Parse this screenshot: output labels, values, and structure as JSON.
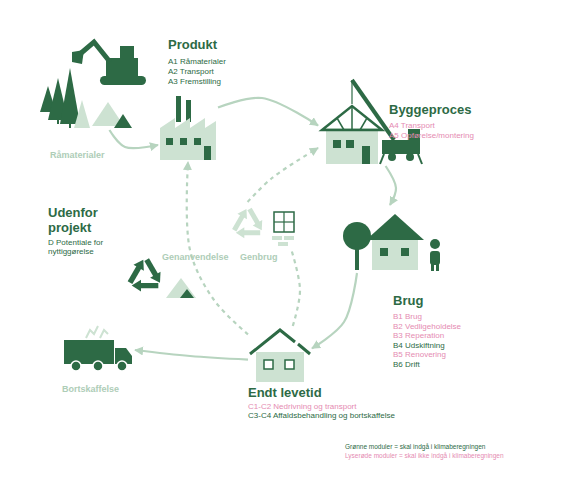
{
  "diagram": {
    "nodes": [
      {
        "text": [
          "Råmaterialer"
        ]
      },
      {
        "text": [
          "Produkt",
          "A1 Råmaterialer",
          "A2 Transport",
          "A3 Fremstilling"
        ]
      },
      {
        "text": [
          "Byggeproces",
          "A4 Transport",
          "A5 Opførelse/montering"
        ]
      },
      {
        "text": [
          "Brug",
          "B1 Brug",
          "B2 Vedligeholdelse",
          "B3 Reperation",
          "B4 Udskiftning",
          "B5 Renovering",
          "B6 Drift"
        ]
      },
      {
        "text": [
          "Endt levetid",
          "C1-C2 Nedrivning og transport",
          "C3-C4 Affaldsbehandling og bortskaffelse"
        ]
      },
      {
        "text": [
          "Bortskaffelse"
        ]
      },
      {
        "text": [
          "Udenfor projekt",
          "D Potentiale for nyttiggørelse"
        ]
      },
      {
        "text": [
          "Genbrug"
        ]
      }
    ],
    "edges": [
      {
        "from": 0,
        "to": 1,
        "arrow": "to"
      },
      {
        "from": 1,
        "to": 2,
        "arrow": "to"
      },
      {
        "from": 2,
        "to": 3,
        "arrow": "to"
      },
      {
        "from": 3,
        "to": 4,
        "arrow": "to"
      },
      {
        "from": 4,
        "to": 5,
        "arrow": "to"
      },
      {
        "from": 4,
        "to": 1,
        "label": "Genanvendelse",
        "arrow": "to"
      },
      {
        "from": 4,
        "to": 7,
        "arrow": "none"
      },
      {
        "from": 7,
        "to": 2,
        "arrow": "to"
      }
    ],
    "legend": [
      {
        "text": "Grønne moduler = skal indgå i klimaberegningen",
        "color": "#2d6a45"
      },
      {
        "text": "Lyserøde moduler = skal ikke indgå i klimaberegningen",
        "color": "#e58bb2"
      }
    ]
  }
}
